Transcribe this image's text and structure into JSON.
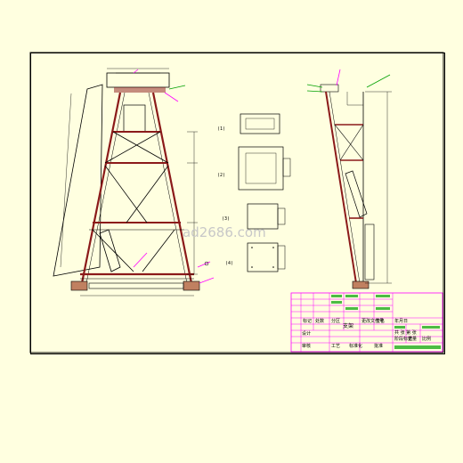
{
  "drawing": {
    "watermark": "ad2686.com",
    "detail_labels": [
      "(1)",
      "(2)",
      "(3)",
      "(4)"
    ],
    "title_block": {
      "name": "支架",
      "col_labels": [
        "标记",
        "处数",
        "分区",
        "更改文件号",
        "签名",
        "年月日"
      ],
      "stage_labels": [
        "阶段标记",
        "重量",
        "比例"
      ],
      "role_labels": [
        "设计",
        "审核",
        "工艺",
        "标准化",
        "批准"
      ],
      "sheet_label": "共 张 第 张"
    }
  },
  "colors": {
    "background": "#ffffe0",
    "line": "#000000",
    "member": "#8b1a1a",
    "magenta": "#ff00ff",
    "green": "#00a000",
    "leader": "#ff00ff"
  }
}
